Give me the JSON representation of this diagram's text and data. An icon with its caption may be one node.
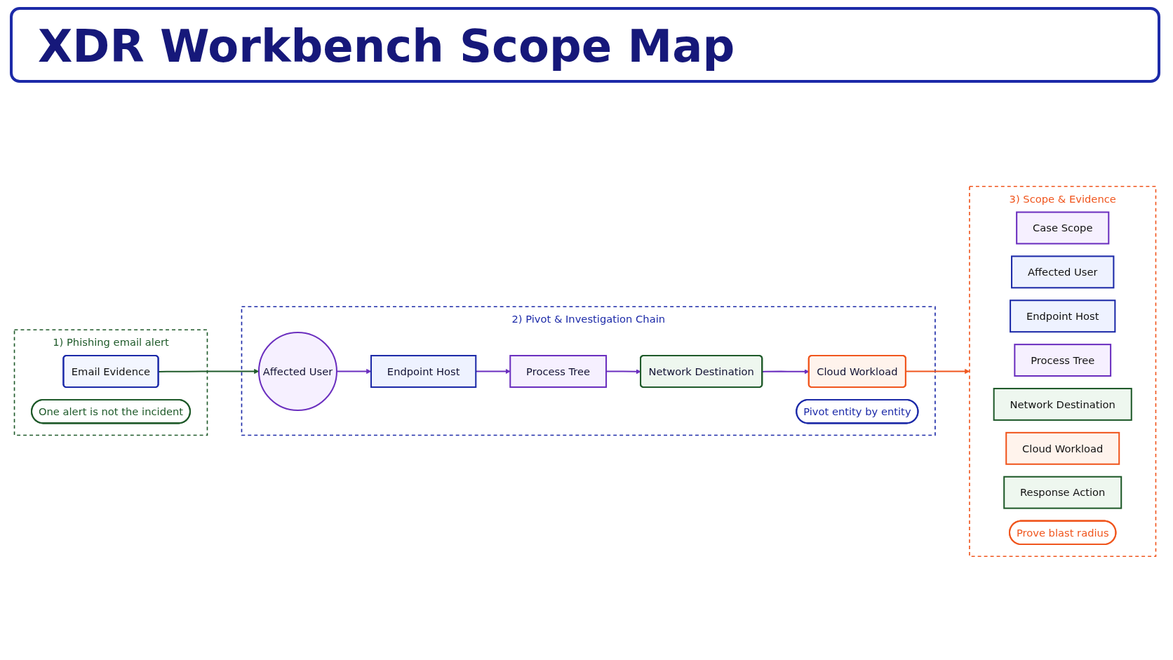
{
  "diagram": {
    "title": "XDR Workbench Scope Map",
    "nodes": [
      {
        "text": [
          "1) Phishing email alert"
        ]
      },
      {
        "text": [
          "Email Evidence"
        ],
        "in": 0
      },
      {
        "text": [
          "One alert is not the incident"
        ],
        "in": 0
      },
      {
        "text": [
          "2) Pivot & Investigation Chain"
        ]
      },
      {
        "text": [
          "Affected User"
        ],
        "in": 3
      },
      {
        "text": [
          "Endpoint Host"
        ],
        "in": 3
      },
      {
        "text": [
          "Process Tree"
        ],
        "in": 3
      },
      {
        "text": [
          "Network Destination"
        ],
        "in": 3
      },
      {
        "text": [
          "Cloud Workload"
        ],
        "in": 3
      },
      {
        "text": [
          "Pivot entity by entity"
        ],
        "in": 3
      },
      {
        "text": [
          "3) Scope & Evidence"
        ]
      },
      {
        "text": [
          "Case Scope"
        ],
        "in": 10
      },
      {
        "text": [
          "Affected User"
        ],
        "in": 10
      },
      {
        "text": [
          "Endpoint Host"
        ],
        "in": 10
      },
      {
        "text": [
          "Process Tree"
        ],
        "in": 10
      },
      {
        "text": [
          "Network Destination"
        ],
        "in": 10
      },
      {
        "text": [
          "Cloud Workload"
        ],
        "in": 10
      },
      {
        "text": [
          "Response Action"
        ],
        "in": 10
      },
      {
        "text": [
          "Prove blast radius"
        ],
        "in": 10
      }
    ],
    "edges": [
      {
        "from": 1,
        "to": 4,
        "arrow": "to",
        "color": "#1f5a2a"
      },
      {
        "from": 4,
        "to": 5,
        "arrow": "to"
      },
      {
        "from": 5,
        "to": 6,
        "arrow": "to"
      },
      {
        "from": 6,
        "to": 7,
        "arrow": "to"
      },
      {
        "from": 7,
        "to": 8,
        "arrow": "to"
      },
      {
        "from": 8,
        "to": 10,
        "arrow": "to",
        "color": "#f0561e"
      }
    ]
  }
}
